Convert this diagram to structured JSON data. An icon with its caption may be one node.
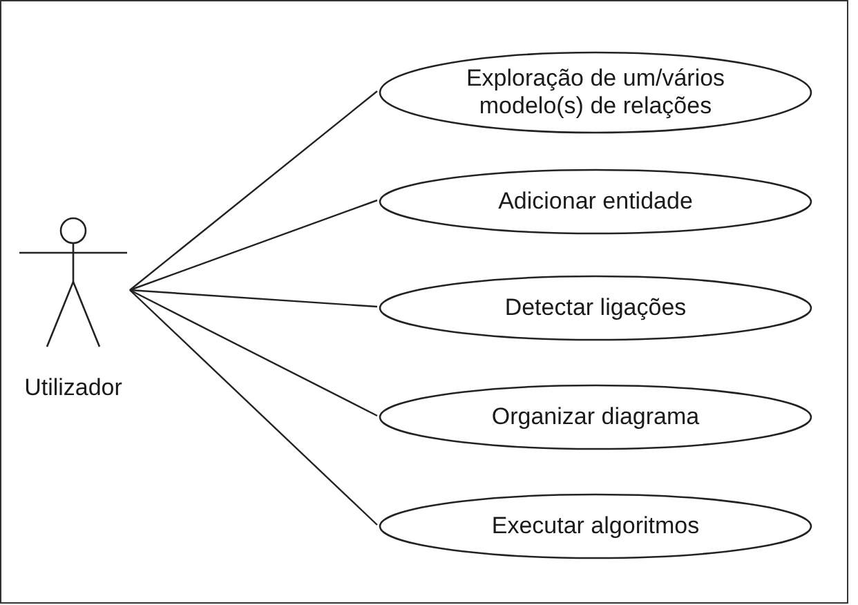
{
  "diagram": {
    "nodes": [
      {
        "text": [],
        "shape": "box"
      },
      {
        "text": [
          "Utilizador"
        ],
        "in": 0
      },
      {
        "text": [
          "Exploração de um/vários modelo(s) de relações"
        ],
        "in": 0
      },
      {
        "text": [
          "Adicionar entidade"
        ],
        "in": 0
      },
      {
        "text": [
          "Detectar ligações"
        ],
        "in": 0
      },
      {
        "text": [
          "Organizar diagrama"
        ],
        "in": 0
      },
      {
        "text": [
          "Executar algoritmos"
        ],
        "in": 0
      }
    ],
    "edges": [
      {
        "from": 1,
        "to": 2,
        "arrow": "none"
      },
      {
        "from": 1,
        "to": 3,
        "arrow": "none"
      },
      {
        "from": 1,
        "to": 4,
        "arrow": "none"
      },
      {
        "from": 1,
        "to": 5,
        "arrow": "none"
      },
      {
        "from": 1,
        "to": 6,
        "arrow": "none"
      }
    ]
  }
}
